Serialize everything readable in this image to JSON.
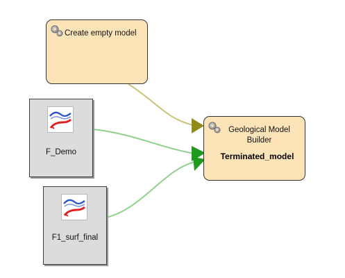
{
  "nodes": {
    "create_empty_model": {
      "label": "Create empty model"
    },
    "geological_model_builder": {
      "title_line1": "Geological Model",
      "title_line2": "Builder",
      "output": "Terminated_model"
    },
    "f_demo": {
      "label": "F_Demo"
    },
    "f1_surf_final": {
      "label": "F1_surf_final"
    }
  },
  "icons": {
    "algorithm": "gear-icon",
    "dataset": "surface-data-icon"
  },
  "colors": {
    "algorithm_fill": "#fde4b8",
    "data_fill": "#dcdcdc",
    "link_olive": "#c8c27a",
    "link_green": "#8ed28c",
    "arrow_olive": "#8f8a1a",
    "arrow_green": "#1f9a1f"
  }
}
